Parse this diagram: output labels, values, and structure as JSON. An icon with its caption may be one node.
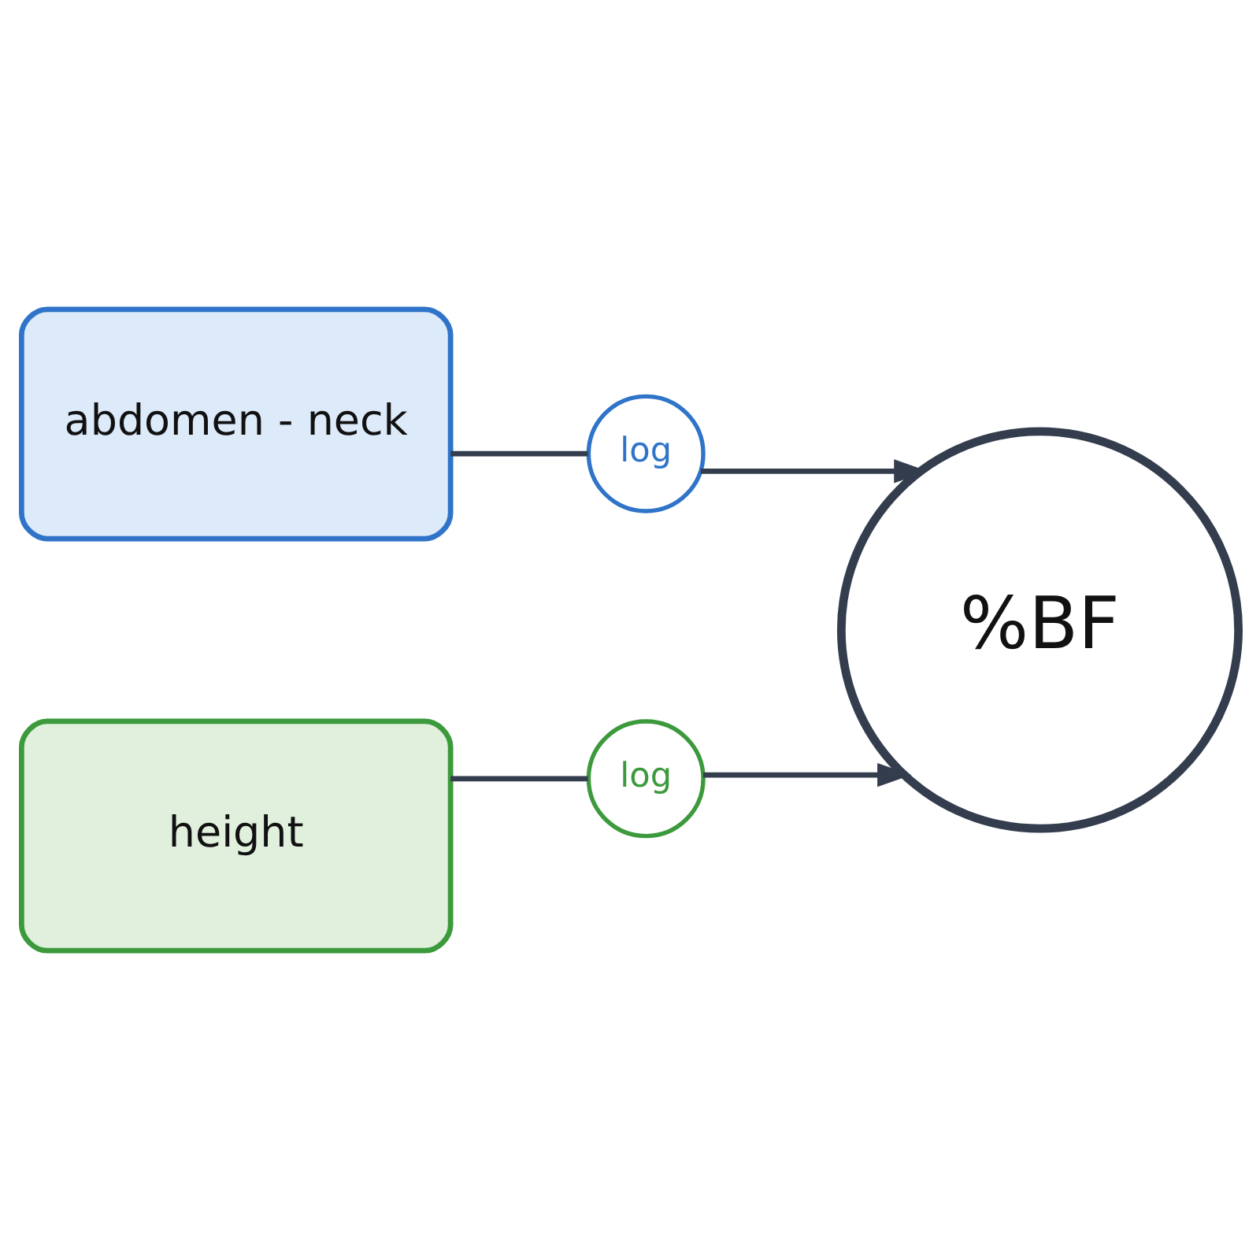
{
  "diagram": {
    "nodes": [
      {
        "text": [
          "abdomen - neck"
        ]
      },
      {
        "text": [
          "log"
        ]
      },
      {
        "text": [
          "%BF"
        ]
      },
      {
        "text": [
          "height"
        ]
      },
      {
        "text": [
          "log"
        ]
      }
    ],
    "edges": [
      {
        "from": 0,
        "to": 1,
        "arrow": "none"
      },
      {
        "from": 1,
        "to": 2,
        "arrow": "to"
      },
      {
        "from": 3,
        "to": 4,
        "arrow": "none"
      },
      {
        "from": 4,
        "to": 2,
        "arrow": "to"
      }
    ]
  }
}
